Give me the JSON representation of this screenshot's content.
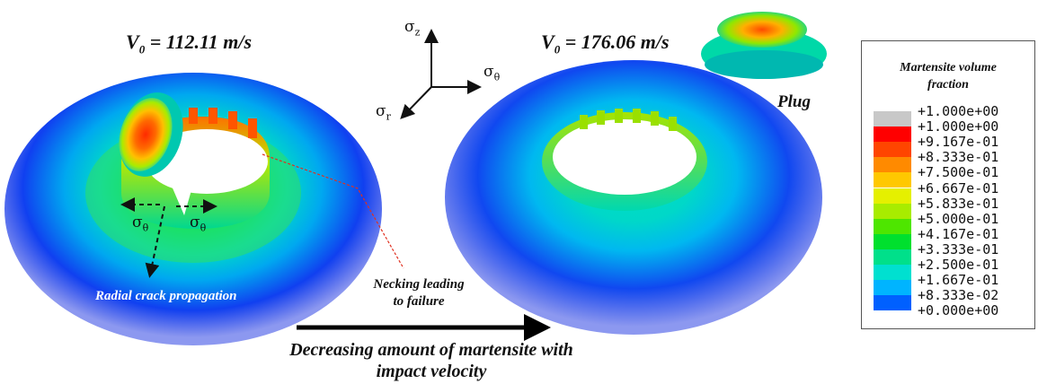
{
  "left_panel": {
    "velocity_prefix": "V",
    "velocity_subscript": "0",
    "velocity_value": " = 112.11  m/s",
    "stress_symbol": "σ",
    "stress_subscript": "θ",
    "crack_label": "Radial crack propagation"
  },
  "right_panel": {
    "velocity_prefix": "V",
    "velocity_subscript": "0",
    "velocity_value": " = 176.06 m/s",
    "plug_label": "Plug"
  },
  "axes": {
    "symbol": "σ",
    "z_sub": "z",
    "theta_sub": "θ",
    "r_sub": "r"
  },
  "necking_label_line1": "Necking leading",
  "necking_label_line2": "to failure",
  "bottom_caption_line1": "Decreasing amount of martensite with",
  "bottom_caption_line2": "impact velocity",
  "legend": {
    "title_line1": "Martensite volume",
    "title_line2": "fraction",
    "entries": [
      {
        "label": "+1.000e+00",
        "color": "#c8c8c8"
      },
      {
        "label": "+1.000e+00",
        "color": "#ff0000"
      },
      {
        "label": "+9.167e-01",
        "color": "#ff4500"
      },
      {
        "label": "+8.333e-01",
        "color": "#ff8a00"
      },
      {
        "label": "+7.500e-01",
        "color": "#ffc800"
      },
      {
        "label": "+6.667e-01",
        "color": "#e5f000"
      },
      {
        "label": "+5.833e-01",
        "color": "#a8ec00"
      },
      {
        "label": "+5.000e-01",
        "color": "#4ee600"
      },
      {
        "label": "+4.167e-01",
        "color": "#00e02e"
      },
      {
        "label": "+3.333e-01",
        "color": "#00e08a"
      },
      {
        "label": "+2.500e-01",
        "color": "#00e0d0"
      },
      {
        "label": "+1.667e-01",
        "color": "#00b4ff"
      },
      {
        "label": "+8.333e-02",
        "color": "#0060ff"
      },
      {
        "label": "+0.000e+00",
        "color": "#0000e6"
      }
    ]
  }
}
